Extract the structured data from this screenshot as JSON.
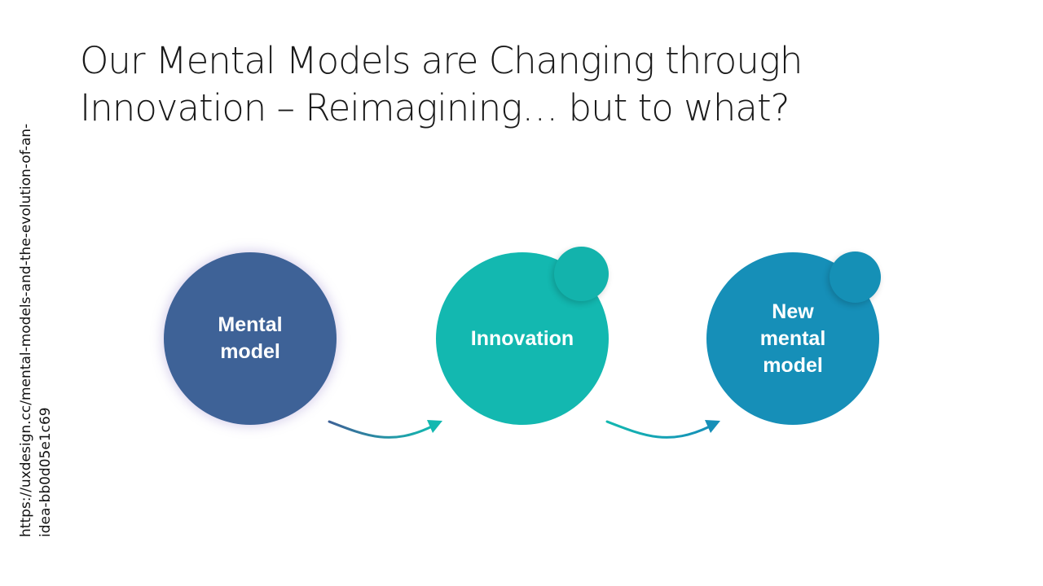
{
  "title": {
    "line1": "Our Mental Models are Changing through",
    "line2": "Innovation – Reimagining… but to what?"
  },
  "source_url": {
    "line1": "https://uxdesign.cc/mental-models-and-the-evolution-of-an-",
    "line2": "idea-bb0d05e1c69"
  },
  "nodes": [
    {
      "label_lines": [
        "Mental",
        "model"
      ],
      "color": "#3e6297"
    },
    {
      "label_lines": [
        "Innovation"
      ],
      "color": "#13b8b0"
    },
    {
      "label_lines": [
        "New",
        "mental",
        "model"
      ],
      "color": "#168fb8"
    }
  ],
  "colors": {
    "arrow1_start": "#3e6297",
    "arrow1_end": "#13b8b0",
    "arrow2_start": "#13b8b0",
    "arrow2_end": "#168fb8"
  }
}
